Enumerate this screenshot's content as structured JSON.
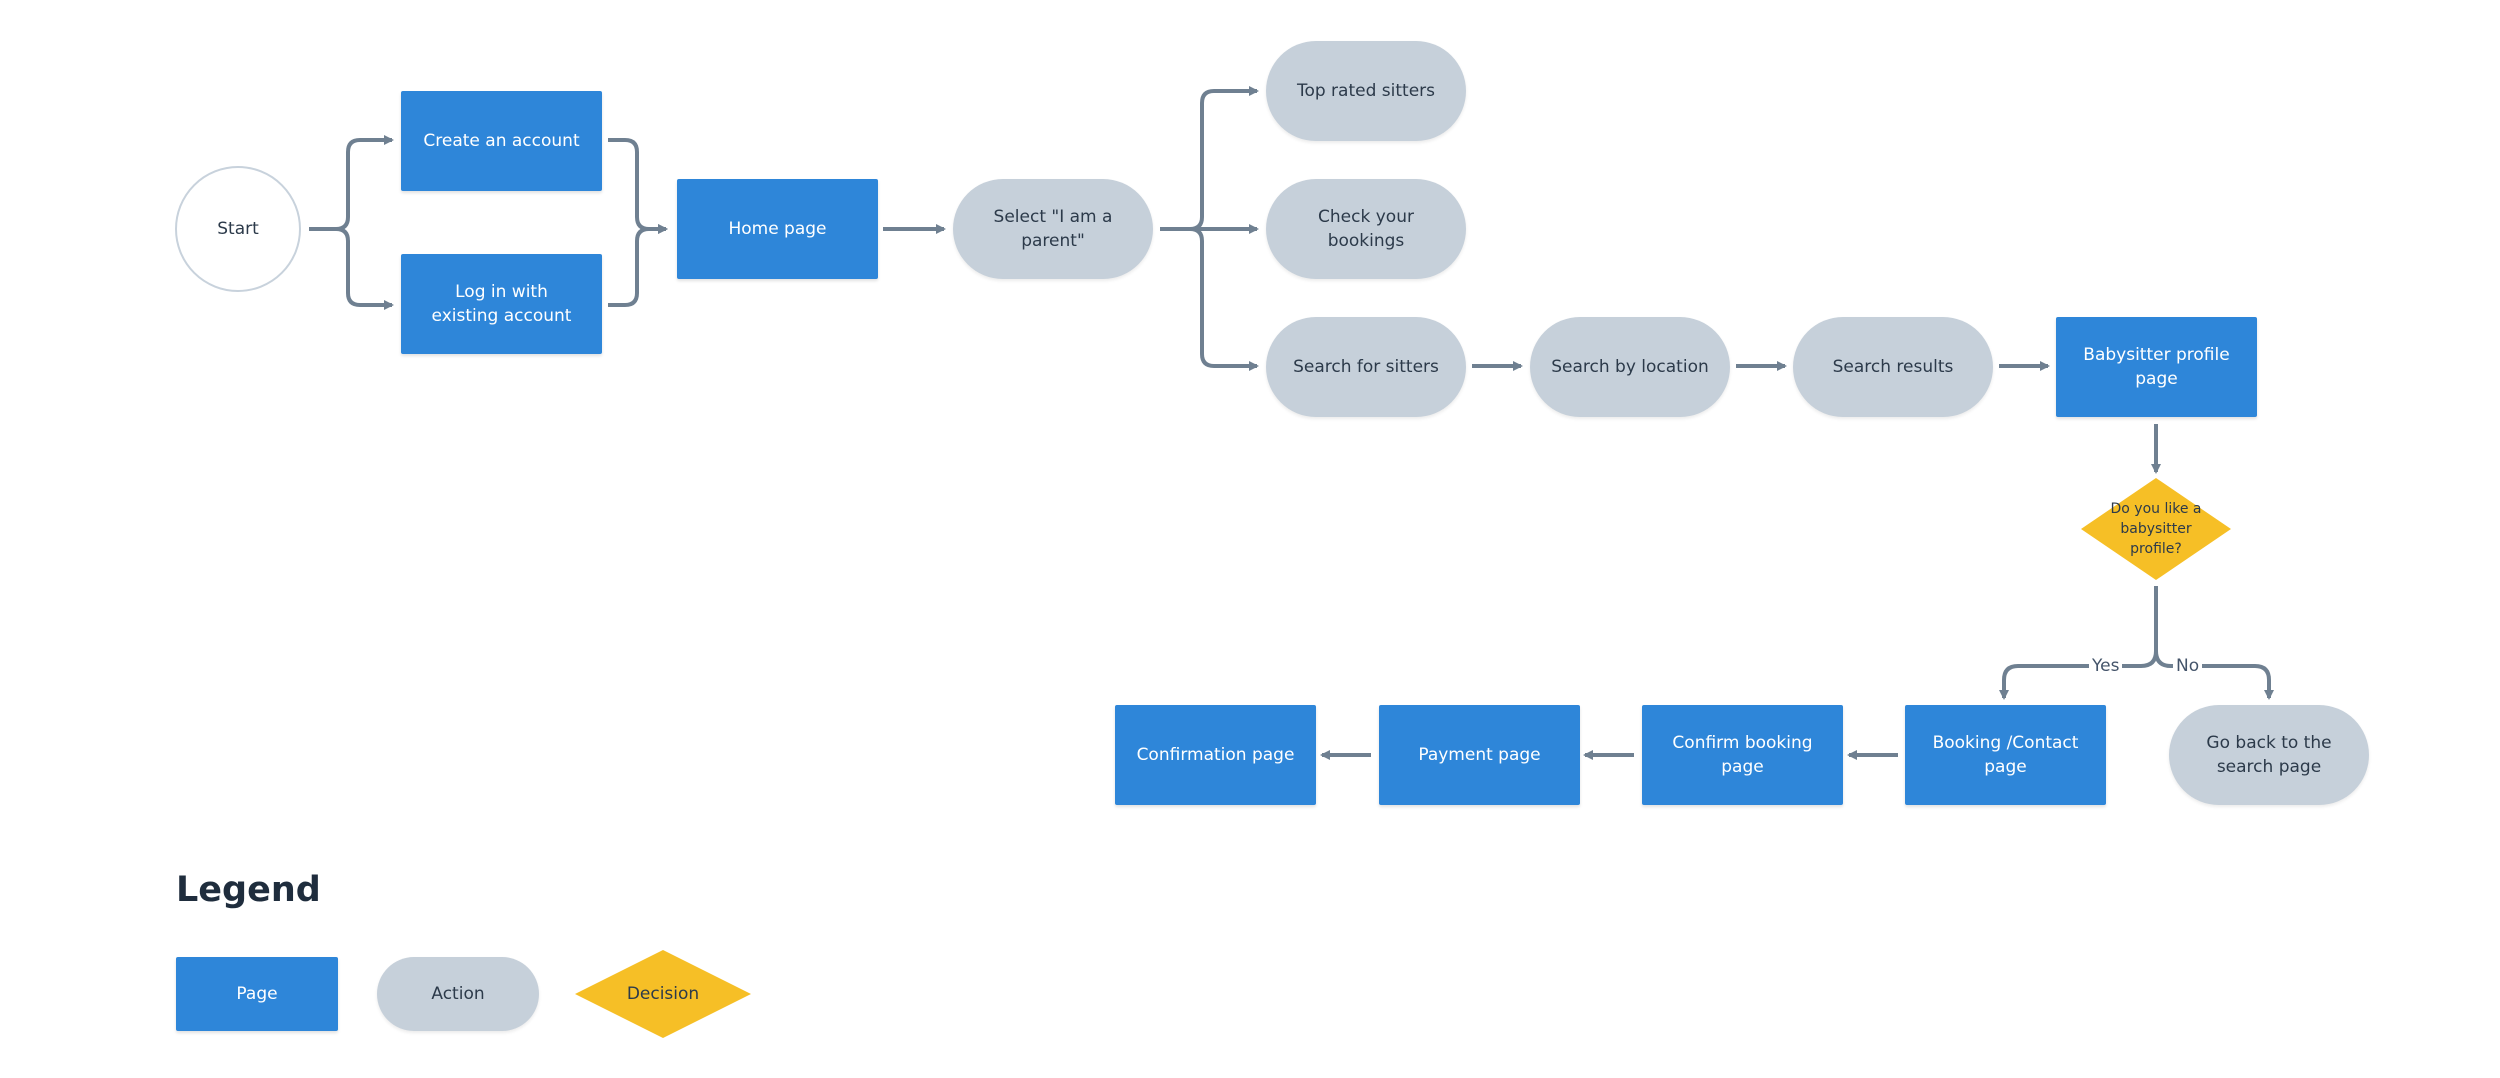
{
  "diagram": {
    "nodes": {
      "start": "Start",
      "create_account": "Create an account",
      "login": "Log in with existing account",
      "home_page": "Home page",
      "select_parent": "Select \"I am a parent\"",
      "top_rated": "Top rated sitters",
      "check_bookings": "Check your bookings",
      "search_sitters": "Search for sitters",
      "search_location": "Search by location",
      "search_results": "Search results",
      "babysitter_profile": "Babysitter profile page",
      "decision": "Do you like a babysitter profile?",
      "go_back": "Go back to the search page",
      "booking_contact": "Booking /Contact page",
      "confirm_booking": "Confirm booking page",
      "payment": "Payment page",
      "confirmation": "Confirmation page"
    },
    "edge_labels": {
      "yes": "Yes",
      "no": "No"
    }
  },
  "legend": {
    "title": "Legend",
    "page": "Page",
    "action": "Action",
    "decision": "Decision"
  },
  "colors": {
    "page": "#2e86d9",
    "action": "#c6d0da",
    "decision": "#f6bf26",
    "connector": "#6f8091",
    "start_border": "#c8d2dc"
  }
}
